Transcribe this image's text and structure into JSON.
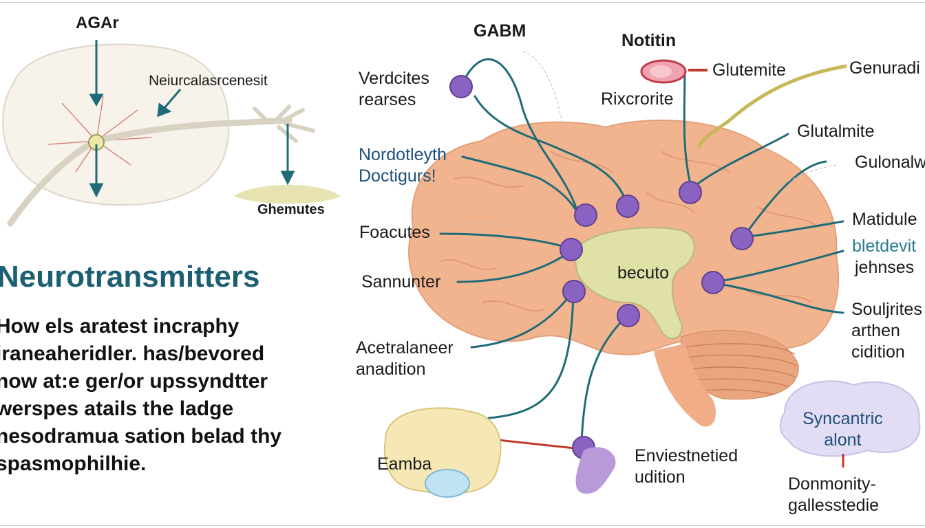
{
  "left_panel": {
    "top_label": "AGAr",
    "neuron_label": "Neiurcalasrcenesit",
    "terminal_label": "Ghemutes",
    "title": "Neurotransmitters",
    "paragraph": [
      "How els aratest incraphy",
      "iraneaheridler. has/bevored",
      "now at:e ger/or upssyndtter",
      "werspes atails the ladge",
      "nesodramua sation belad thy",
      "spasmophilhie."
    ]
  },
  "brain_diagram": {
    "labels": {
      "gabm": "GABM",
      "notitin": "Notitin",
      "glutemite": "Glutemite",
      "genuradi": "Genuradi",
      "verdcites": [
        "Verdcites",
        "rearses"
      ],
      "rixcrorite": "Rixcrorite",
      "glutalmite": "Glutalmite",
      "nordotleyth": [
        "Nordotleyth",
        "Doctigurs!"
      ],
      "gulonalw": "Gulonalw",
      "foacutes": "Foacutes",
      "matidule": "Matidule",
      "bletdevit": "bletdevit",
      "jehnses": "jehnses",
      "sannunter": "Sannunter",
      "center": "becuto",
      "souljrites": [
        "Souljrites",
        "arthen",
        "cidition"
      ],
      "acetralaneer": [
        "Acetralaneer",
        "anadition"
      ],
      "eamba": "Eamba",
      "enviestnetied": [
        "Enviestnetied",
        "udition"
      ],
      "syncantric": [
        "Syncantric",
        "alont"
      ],
      "donmonity": [
        "Donmonity-",
        "gallesstedie"
      ]
    },
    "colors": {
      "brain": "#f2b48f",
      "nodes": "#8a63c2",
      "lines": "#1f6b78",
      "title": "#1c5f72"
    }
  }
}
